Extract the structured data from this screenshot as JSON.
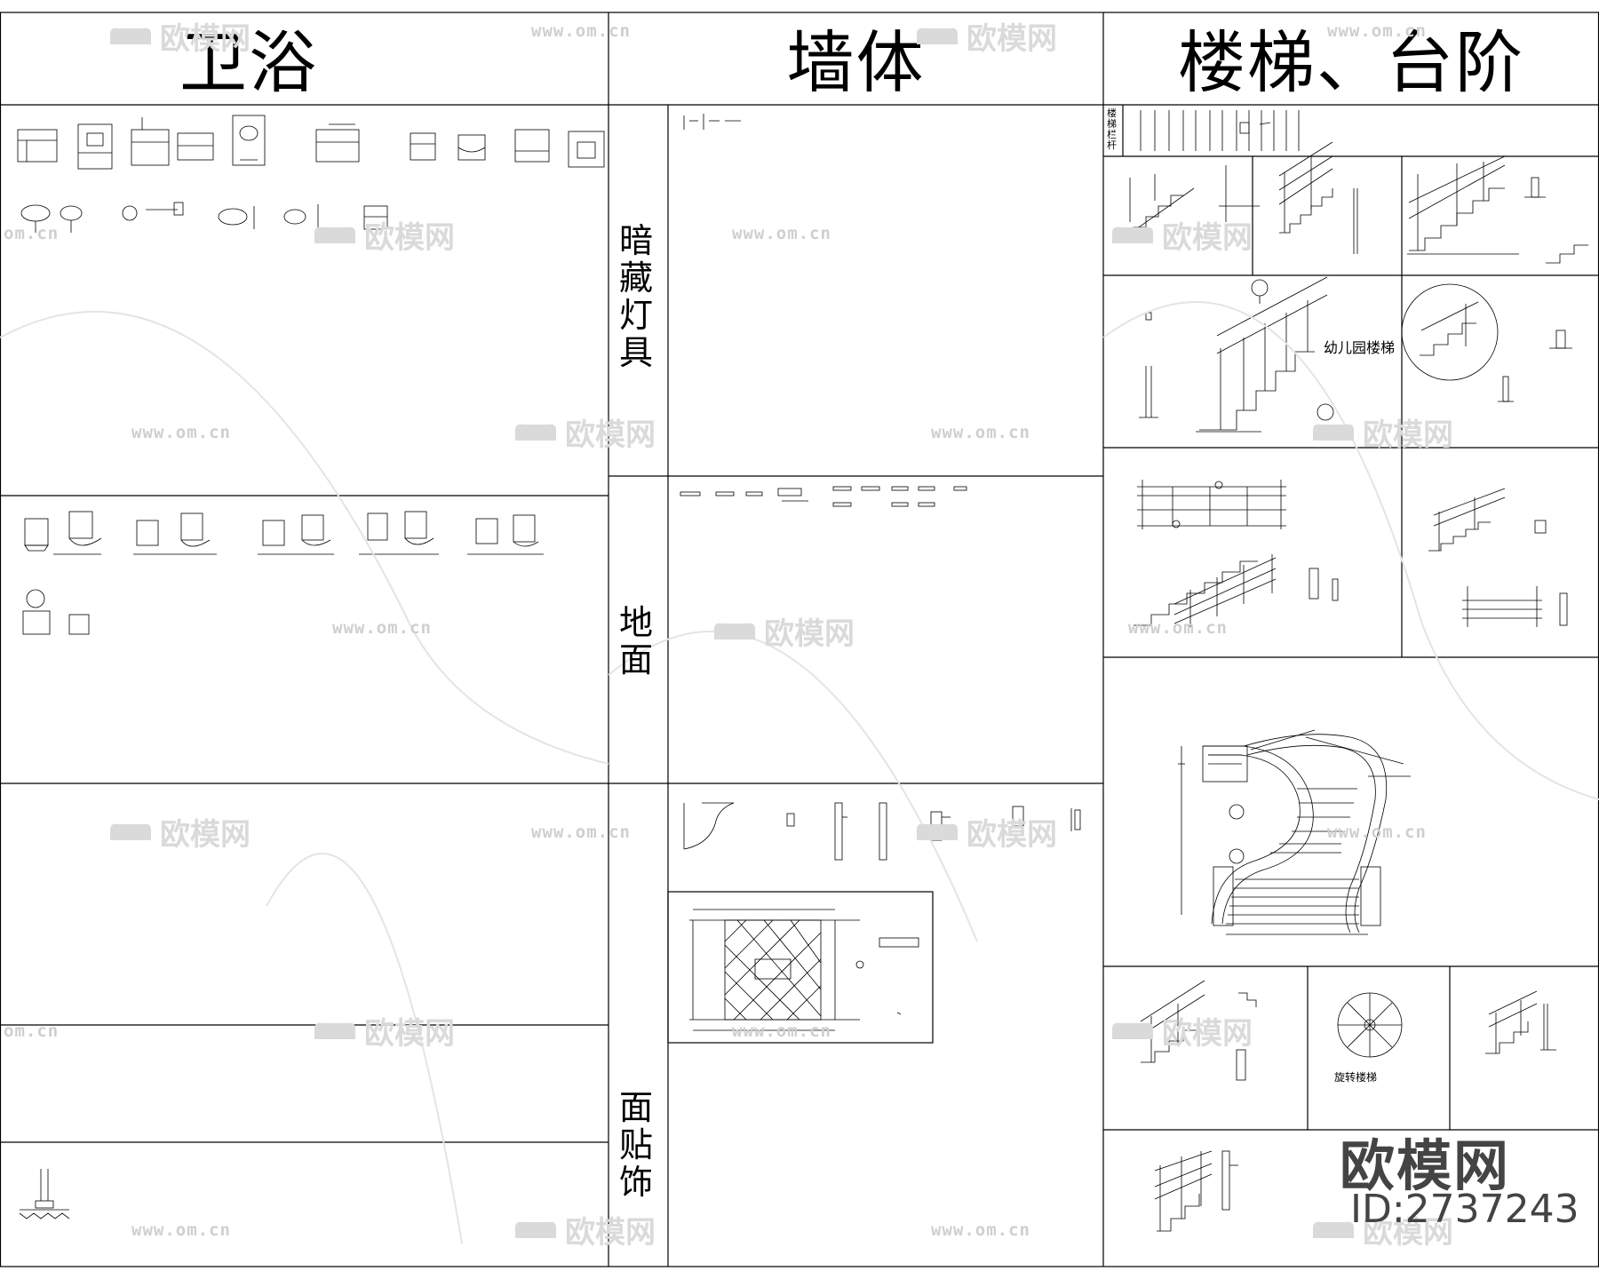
{
  "headers": {
    "bathroom": "卫浴",
    "wall": "墙体",
    "stairs": "楼梯、台阶"
  },
  "wall_sections": {
    "hidden_lighting": [
      "暗",
      "藏",
      "灯",
      "具"
    ],
    "floor": [
      "地",
      "面"
    ],
    "surface_finish": [
      "面",
      "贴",
      "饰"
    ]
  },
  "stairs_labels": {
    "railing": "楼梯栏杆",
    "kindergarten": "幼儿园楼梯",
    "spiral": "旋转楼梯"
  },
  "watermark": {
    "brand": "欧模网",
    "url": "www.om.cn",
    "url_partial": "om.cn",
    "id_text": "ID:2737243"
  },
  "colors": {
    "line": "#000000",
    "watermark": "#d8d8d8",
    "brand_mark": "#444444"
  }
}
